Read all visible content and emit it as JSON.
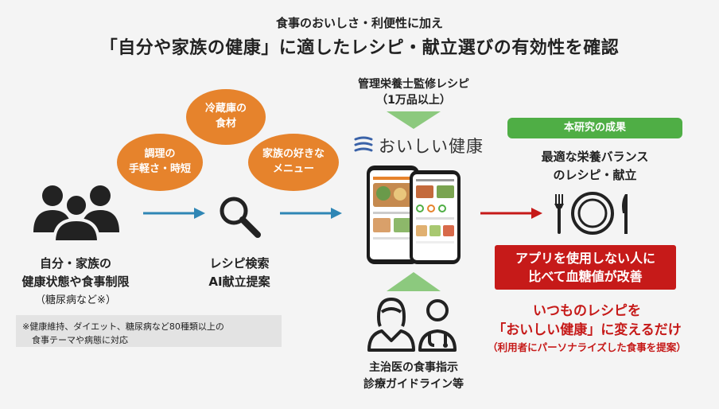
{
  "header": {
    "subtitle": "食事のおいしさ・利便性に加え",
    "title": "「自分や家族の健康」に適したレシピ・献立選びの有効性を確認"
  },
  "bubbles": [
    {
      "line1": "調理の",
      "line2": "手軽さ・時短"
    },
    {
      "line1": "冷蔵庫の",
      "line2": "食材"
    },
    {
      "line1": "家族の好きな",
      "line2": "メニュー"
    }
  ],
  "left": {
    "line1": "自分・家族の",
    "line2": "健康状態や食事制限",
    "line3": "（糖尿病など※）"
  },
  "note": {
    "line1": "※健康維持、ダイエット、糖尿病など80種類以上の",
    "line2": "食事テーマや病態に対応"
  },
  "search": {
    "line1": "レシピ検索",
    "line2": "AI献立提案"
  },
  "top_center": {
    "line1": "管理栄養士監修レシピ",
    "line2": "（1万品以上）"
  },
  "app": {
    "name": "おいしい健康"
  },
  "bottom_center": {
    "line1": "主治医の食事指示",
    "line2": "診療ガイドライン等"
  },
  "result": {
    "badge": "本研究の成果",
    "line1": "最適な栄養バランス",
    "line2": "のレシピ・献立",
    "red_line1": "アプリを使用しない人に",
    "red_line2": "比べて血糖値が改善",
    "slogan1": "いつものレシピを",
    "slogan2": "「おいしい健康」に変えるだけ",
    "slogan3": "（利用者にパーソナライズした食事を提案）"
  },
  "colors": {
    "orange": "#e6832c",
    "arrow_blue": "#2f86b5",
    "green": "#4fae45",
    "red": "#c61a19"
  }
}
